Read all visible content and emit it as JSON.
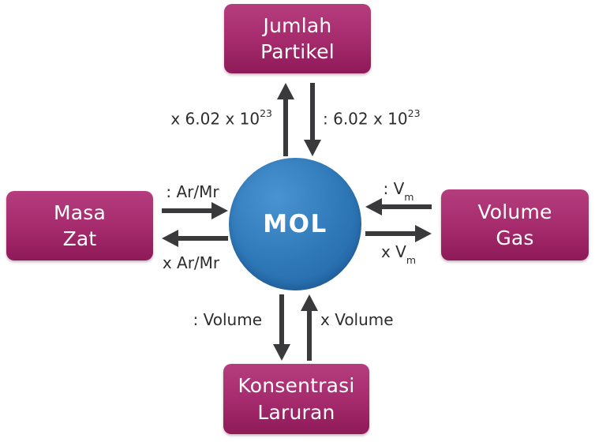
{
  "center": {
    "label": "MOL"
  },
  "nodes": {
    "top": {
      "line1": "Jumlah",
      "line2": "Partikel"
    },
    "left": {
      "line1": "Masa",
      "line2": "Zat"
    },
    "right": {
      "line1": "Volume",
      "line2": "Gas"
    },
    "bottom": {
      "line1": "Konsentrasi",
      "line2": "Laruran"
    }
  },
  "labels": {
    "top_left": {
      "text": "x 6.02 x 10",
      "sup": "23"
    },
    "top_right": {
      "text": ": 6.02 x 10",
      "sup": "23"
    },
    "left_top": {
      "text": ": Ar/Mr"
    },
    "left_bottom": {
      "text": "x Ar/Mr"
    },
    "right_top": {
      "text": ": V",
      "sub": "m"
    },
    "right_bottom": {
      "text": "x V",
      "sub": "m"
    },
    "bottom_left": {
      "text": ": Volume"
    },
    "bottom_right": {
      "text": "x Volume"
    }
  },
  "colors": {
    "background": "#ffffff",
    "node_light": "#b53d7e",
    "node": "#a42a6c",
    "node_dark": "#8e1a58",
    "circle_light": "#4a93d1",
    "circle_mid": "#2e77b7",
    "circle_dark": "#2063a3",
    "arrow": "#3a3a3c",
    "label": "#2d2d30"
  }
}
